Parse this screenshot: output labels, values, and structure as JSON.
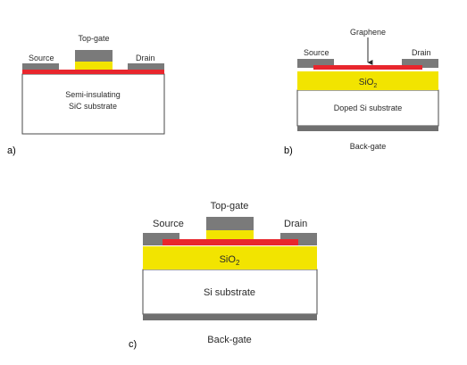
{
  "colors": {
    "substrate": "#ffffff",
    "outline": "#4a4a4a",
    "graphene": "#e8262d",
    "oxide": "#f2e400",
    "metal": "#7a7a7a",
    "backgate": "#707070"
  },
  "panels": {
    "a": {
      "panel_label": "a)",
      "top_gate": "Top-gate",
      "source": "Source",
      "drain": "Drain",
      "substrate_line1": "Semi-insulating",
      "substrate_line2": "SiC substrate"
    },
    "b": {
      "panel_label": "b)",
      "graphene": "Graphene",
      "source": "Source",
      "drain": "Drain",
      "oxide_main": "SiO",
      "oxide_sub": "2",
      "substrate": "Doped Si substrate",
      "back_gate": "Back-gate"
    },
    "c": {
      "panel_label": "c)",
      "top_gate": "Top-gate",
      "source": "Source",
      "drain": "Drain",
      "oxide_main": "SiO",
      "oxide_sub": "2",
      "substrate": "Si substrate",
      "back_gate": "Back-gate"
    }
  }
}
